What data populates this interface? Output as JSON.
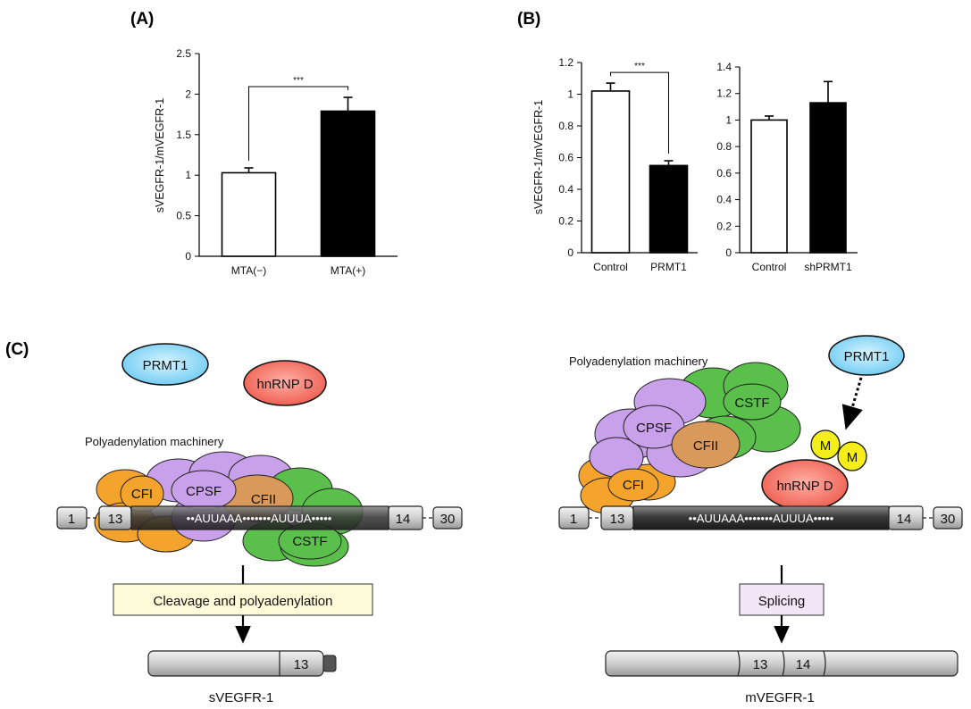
{
  "panel_a": {
    "label": "(A)",
    "ylabel": "sVEGFR-1/mVEGFR-1",
    "yticks": [
      "0",
      "0.5",
      "1",
      "1.5",
      "2",
      "2.5"
    ],
    "significance": "***"
  },
  "panel_b": {
    "label": "(B)",
    "ylabel": "sVEGFR-1/mVEGFR-1",
    "left_yticks": [
      "0",
      "0.2",
      "0.4",
      "0.6",
      "0.8",
      "1",
      "1.2"
    ],
    "right_yticks": [
      "0",
      "0.2",
      "0.4",
      "0.6",
      "0.8",
      "1",
      "1.2",
      "1.4"
    ],
    "significance": "***"
  },
  "chart_data": [
    {
      "type": "bar",
      "title": "(A)",
      "categories": [
        "MTA(−)",
        "MTA(+)"
      ],
      "values": [
        1.03,
        1.79
      ],
      "errors": [
        0.06,
        0.17
      ],
      "colors": [
        "#ffffff",
        "#000000"
      ],
      "ylabel": "sVEGFR-1/mVEGFR-1",
      "ylim": [
        0,
        2.5
      ]
    },
    {
      "type": "bar",
      "title": "(B)",
      "categories": [
        "Control",
        "PRMT1"
      ],
      "values": [
        1.02,
        0.55
      ],
      "errors": [
        0.05,
        0.03
      ],
      "colors": [
        "#ffffff",
        "#000000"
      ],
      "ylabel": "sVEGFR-1/mVEGFR-1",
      "ylim": [
        0,
        1.2
      ]
    },
    {
      "type": "bar",
      "categories": [
        "Control",
        "shPRMT1"
      ],
      "values": [
        1.0,
        1.13
      ],
      "errors": [
        0.03,
        0.16
      ],
      "colors": [
        "#ffffff",
        "#000000"
      ],
      "ylim": [
        0,
        1.4
      ]
    }
  ],
  "panel_c": {
    "label": "(C)",
    "left": {
      "prmt1": "PRMT1",
      "hnrnpd": "hnRNP D",
      "machinery_label": "Polyadenylation machinery",
      "cfi": "CFI",
      "cpsf": "CPSF",
      "cfii": "CFII",
      "cstf": "CSTF",
      "exon1": "1",
      "exon13": "13",
      "seq": "••AUUAAA•••••••AUUUA•••••",
      "exon14": "14",
      "exon30": "30",
      "process": "Cleavage and polyadenylation",
      "product_exon": "13",
      "product": "sVEGFR-1"
    },
    "right": {
      "machinery_label": "Polyadenylation machinery",
      "prmt1": "PRMT1",
      "cpsf": "CPSF",
      "cstf": "CSTF",
      "cfii": "CFII",
      "cfi": "CFI",
      "m1": "M",
      "m2": "M",
      "hnrnpd": "hnRNP D",
      "exon1": "1",
      "exon13": "13",
      "seq": "••AUUAAA•••••••AUUUA•••••",
      "exon14": "14",
      "exon30": "30",
      "process": "Splicing",
      "product_exon13": "13",
      "product_exon14": "14",
      "product": "mVEGFR-1"
    }
  },
  "colors": {
    "prmt1": "#8fd8f5",
    "hnrnpd": "#f06a5c",
    "cfi": "#f4a32c",
    "cpsf": "#c9a0ea",
    "cfii": "#d9995a",
    "cstf": "#5bbf4c",
    "methyl": "#f5ee1a",
    "cleavage_box": "#fdfbd8",
    "splicing_box": "#f3e6f9"
  }
}
